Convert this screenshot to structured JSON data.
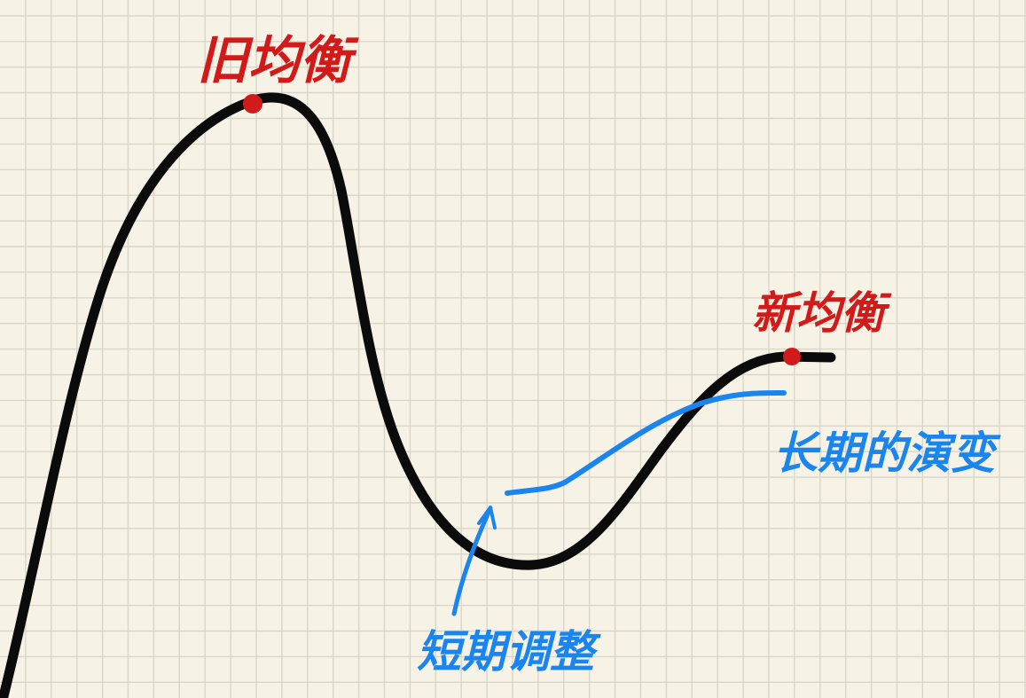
{
  "colors": {
    "paper": "#f6f3e6",
    "grid": "#d9d6c8",
    "curve": "#0b0b0b",
    "equilibrium": "#d11a1a",
    "annotation": "#1a84ef"
  },
  "labels": {
    "old_equilibrium": "旧均衡",
    "new_equilibrium": "新均衡",
    "long_term": "长期的演变",
    "short_term": "短期调整"
  }
}
